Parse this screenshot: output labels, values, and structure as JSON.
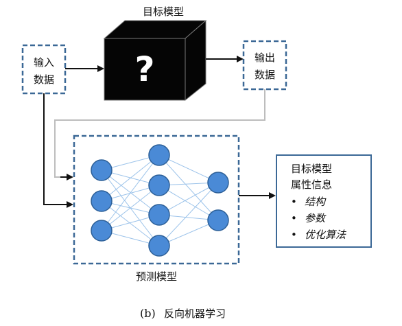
{
  "target_model": {
    "title": "目标模型",
    "symbol": "?"
  },
  "input_box": {
    "line1": "输入",
    "line2": "数据"
  },
  "output_box": {
    "line1": "输出",
    "line2": "数据"
  },
  "predict_model": {
    "label": "预测模型"
  },
  "attributes_box": {
    "line1": "目标模型",
    "line2": "属性信息",
    "items": [
      "结构",
      "参数",
      "优化算法"
    ]
  },
  "caption": {
    "tag": "(b)",
    "text": "反向机器学习"
  },
  "colors": {
    "dashed_border": "#3b6896",
    "node_fill": "#4a8ad6",
    "node_stroke": "#2c5f97",
    "net_link": "#9cc3ea",
    "cube": "#050505"
  }
}
